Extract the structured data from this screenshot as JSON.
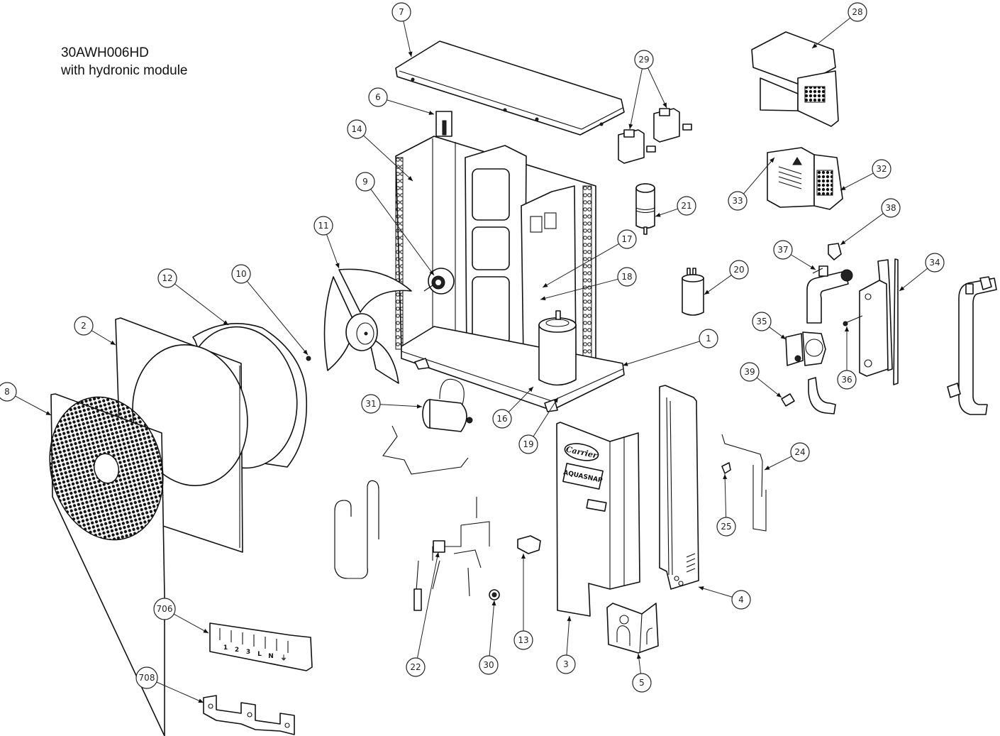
{
  "title": {
    "model": "30AWH006HD",
    "subtitle": "with hydronic module"
  },
  "branding": {
    "logo_text": "Carrier",
    "product_text": "AQUASNAP"
  },
  "terminal_block_labels": [
    "1",
    "2",
    "3",
    "L",
    "N",
    "⏚"
  ],
  "callouts": [
    {
      "id": "1",
      "label": "1"
    },
    {
      "id": "2",
      "label": "2"
    },
    {
      "id": "3",
      "label": "3"
    },
    {
      "id": "4",
      "label": "4"
    },
    {
      "id": "5",
      "label": "5"
    },
    {
      "id": "6",
      "label": "6"
    },
    {
      "id": "7",
      "label": "7"
    },
    {
      "id": "8",
      "label": "8"
    },
    {
      "id": "9",
      "label": "9"
    },
    {
      "id": "10",
      "label": "10"
    },
    {
      "id": "11",
      "label": "11"
    },
    {
      "id": "12",
      "label": "12"
    },
    {
      "id": "13",
      "label": "13"
    },
    {
      "id": "14",
      "label": "14"
    },
    {
      "id": "16",
      "label": "16"
    },
    {
      "id": "17",
      "label": "17"
    },
    {
      "id": "18",
      "label": "18"
    },
    {
      "id": "19",
      "label": "19"
    },
    {
      "id": "20",
      "label": "20"
    },
    {
      "id": "21",
      "label": "21"
    },
    {
      "id": "22",
      "label": "22"
    },
    {
      "id": "24",
      "label": "24"
    },
    {
      "id": "25",
      "label": "25"
    },
    {
      "id": "28",
      "label": "28"
    },
    {
      "id": "29",
      "label": "29"
    },
    {
      "id": "30",
      "label": "30"
    },
    {
      "id": "31",
      "label": "31"
    },
    {
      "id": "32",
      "label": "32"
    },
    {
      "id": "33",
      "label": "33"
    },
    {
      "id": "34",
      "label": "34"
    },
    {
      "id": "35",
      "label": "35"
    },
    {
      "id": "36",
      "label": "36"
    },
    {
      "id": "37",
      "label": "37"
    },
    {
      "id": "38",
      "label": "38"
    },
    {
      "id": "39",
      "label": "39"
    },
    {
      "id": "706",
      "label": "706"
    },
    {
      "id": "708",
      "label": "708"
    }
  ]
}
